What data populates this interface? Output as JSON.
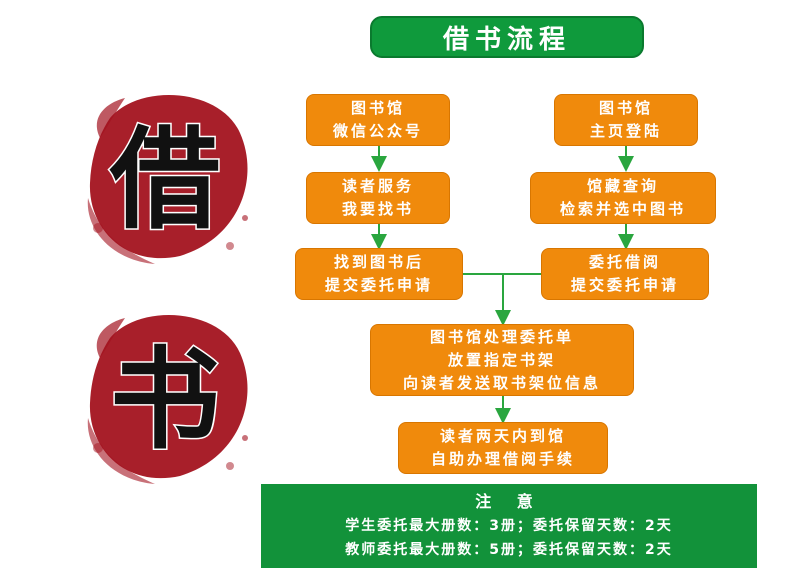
{
  "title": "借书流程",
  "seals": [
    {
      "char": "借"
    },
    {
      "char": "书"
    }
  ],
  "boxes": {
    "wechat": [
      "图书馆",
      "微信公众号"
    ],
    "homepage": [
      "图书馆",
      "主页登陆"
    ],
    "service": [
      "读者服务",
      "我要找书"
    ],
    "search": [
      "馆藏查询",
      "检索并选中图书"
    ],
    "submit_left": [
      "找到图书后",
      "提交委托申请"
    ],
    "submit_right": [
      "委托借阅",
      "提交委托申请"
    ],
    "process": [
      "图书馆处理委托单",
      "放置指定书架",
      "向读者发送取书架位信息"
    ],
    "pickup": [
      "读者两天内到馆",
      "自助办理借阅手续"
    ]
  },
  "note": {
    "title": "注 意",
    "lines": [
      "学生委托最大册数：3册；委托保留天数：2天",
      "教师委托最大册数：5册；委托保留天数：2天"
    ]
  },
  "colors": {
    "green": "#0f9a3c",
    "orange": "#f08a0c",
    "seal_red": "#a3131f",
    "arrow": "#2aa63f"
  }
}
